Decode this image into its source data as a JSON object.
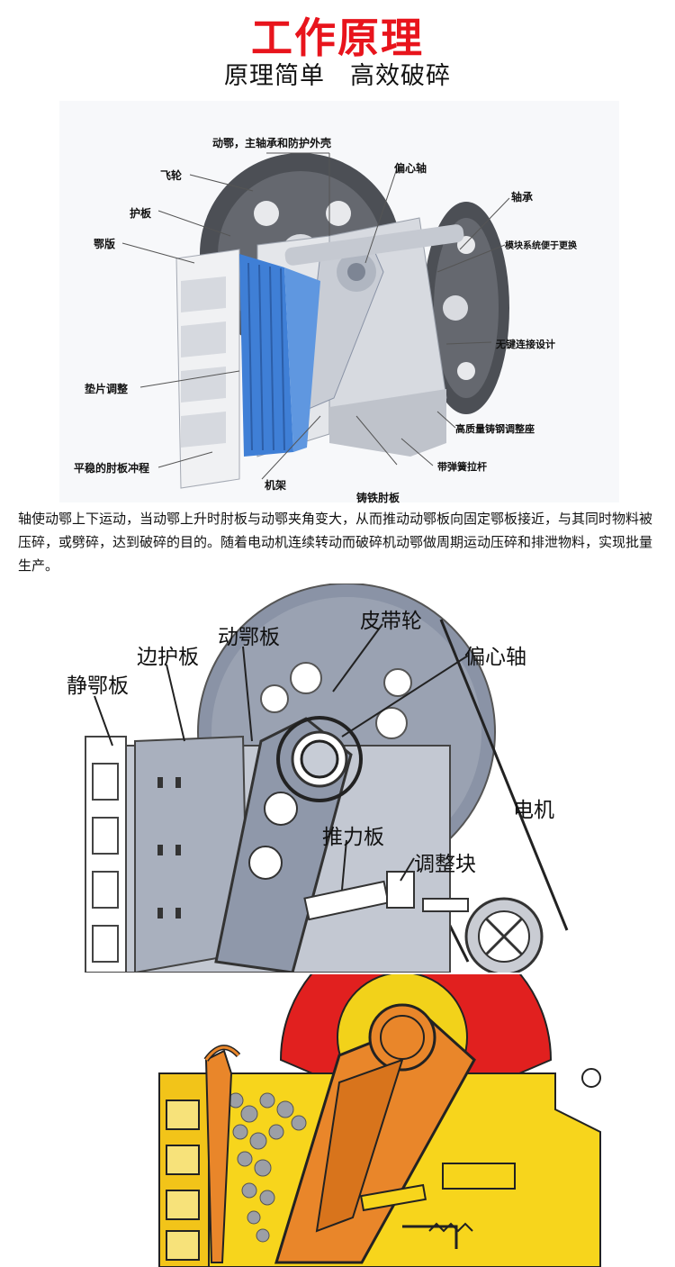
{
  "header": {
    "title": "工作原理",
    "subtitle": "原理简单　高效破碎"
  },
  "figure1": {
    "labels": {
      "jaw_bearing": "动鄂，主轴承和防护外壳",
      "flywheel": "飞轮",
      "guard_plate": "护板",
      "jaw_plate": "鄂版",
      "eccentric": "偏心轴",
      "bearing": "轴承",
      "module": "模块系统便于更换",
      "no_key": "无键连接设计",
      "shim": "垫片调整",
      "toggle_smooth": "平稳的肘板冲程",
      "frame": "机架",
      "cast_toggle": "铸铁肘板",
      "cast_seat": "高质量铸钢调整座",
      "spring_rod": "带弹簧拉杆"
    }
  },
  "description": "轴使动鄂上下运动，当动鄂上升时肘板与动鄂夹角变大，从而推动动鄂板向固定鄂板接近，与其同时物料被压碎，或劈碎，达到破碎的目的。随着电动机连续转动而破碎机动鄂做周期运动压碎和排泄物料，实现批量生产。",
  "figure2": {
    "labels": {
      "belt_pulley": "皮带轮",
      "moving_jaw": "动鄂板",
      "side_guard": "边护板",
      "fixed_jaw": "静鄂板",
      "eccentric_shaft": "偏心轴",
      "motor": "电机",
      "toggle_plate": "推力板",
      "adjust_block": "调整块"
    }
  },
  "colors": {
    "title_red": "#e8141c",
    "jaw_blue": "#3f7fd6",
    "diagram_gray": "#8a93a6",
    "frame_yellow": "#f7d51c",
    "jaw_orange": "#e9862a",
    "flywheel_red": "#e1201f"
  }
}
